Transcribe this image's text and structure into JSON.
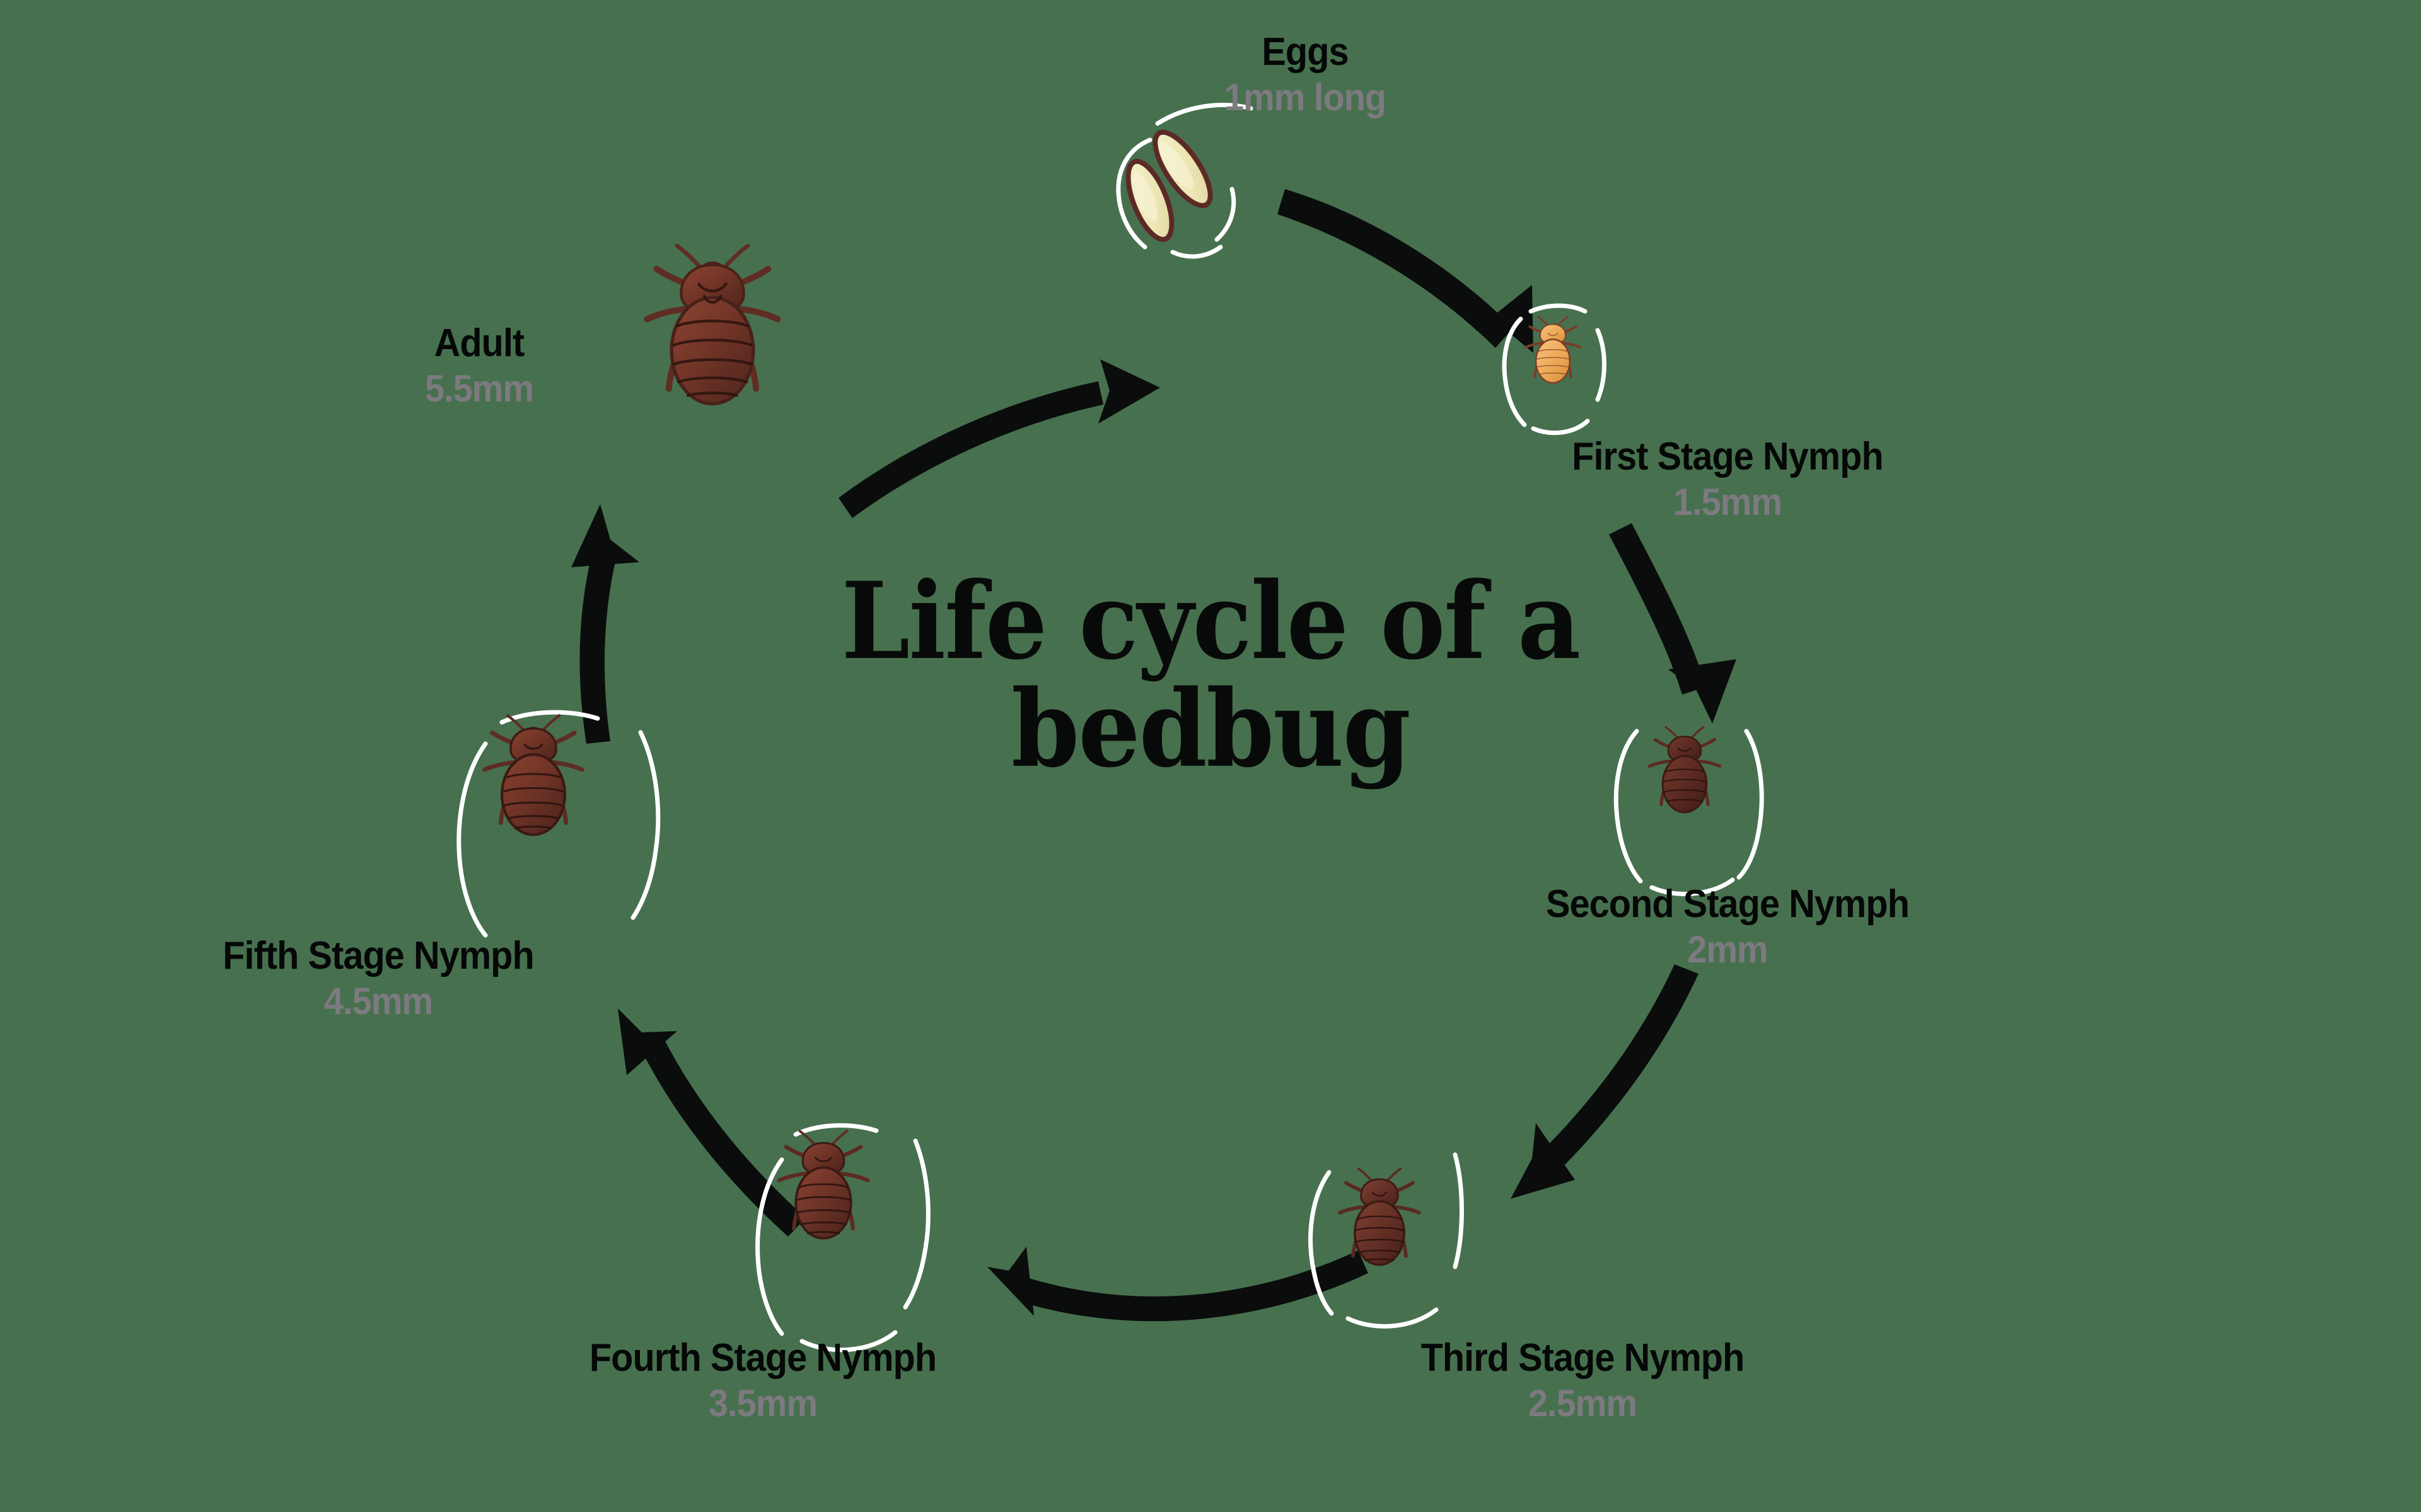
{
  "meta": {
    "background_color": "#47704f",
    "label_name_color": "#050807",
    "label_size_color": "#7d7a80",
    "arrow_color": "#0a0d0b",
    "outline_color": "#ffffff"
  },
  "title": {
    "line1": "Life cycle of a",
    "line2": "bedbug"
  },
  "stages": [
    {
      "id": "eggs",
      "name": "Eggs",
      "size": "1mm long",
      "body_color": "#f0eec4",
      "outline_color": "#5c2a26"
    },
    {
      "id": "first-stage-nymph",
      "name": "First Stage Nymph",
      "size": "1.5mm",
      "body_color": "#f0ab5e",
      "outline_color": "#6b3028"
    },
    {
      "id": "second-stage-nymph",
      "name": "Second Stage Nymph",
      "size": "2mm",
      "body_color": "#5e332c",
      "outline_color": "#43201c"
    },
    {
      "id": "third-stage-nymph",
      "name": "Third Stage Nymph",
      "size": "2.5mm",
      "body_color": "#65362c",
      "outline_color": "#43201c"
    },
    {
      "id": "fourth-stage-nymph",
      "name": "Fourth Stage Nymph",
      "size": "3.5mm",
      "body_color": "#6b382c",
      "outline_color": "#3f1f1a"
    },
    {
      "id": "fifth-stage-nymph",
      "name": "Fifth Stage Nymph",
      "size": "4.5mm",
      "body_color": "#70392c",
      "outline_color": "#3f1f1a"
    },
    {
      "id": "adult",
      "name": "Adult",
      "size": "5.5mm",
      "body_color": "#7a3a2c",
      "outline_color": "#4a211a"
    }
  ]
}
